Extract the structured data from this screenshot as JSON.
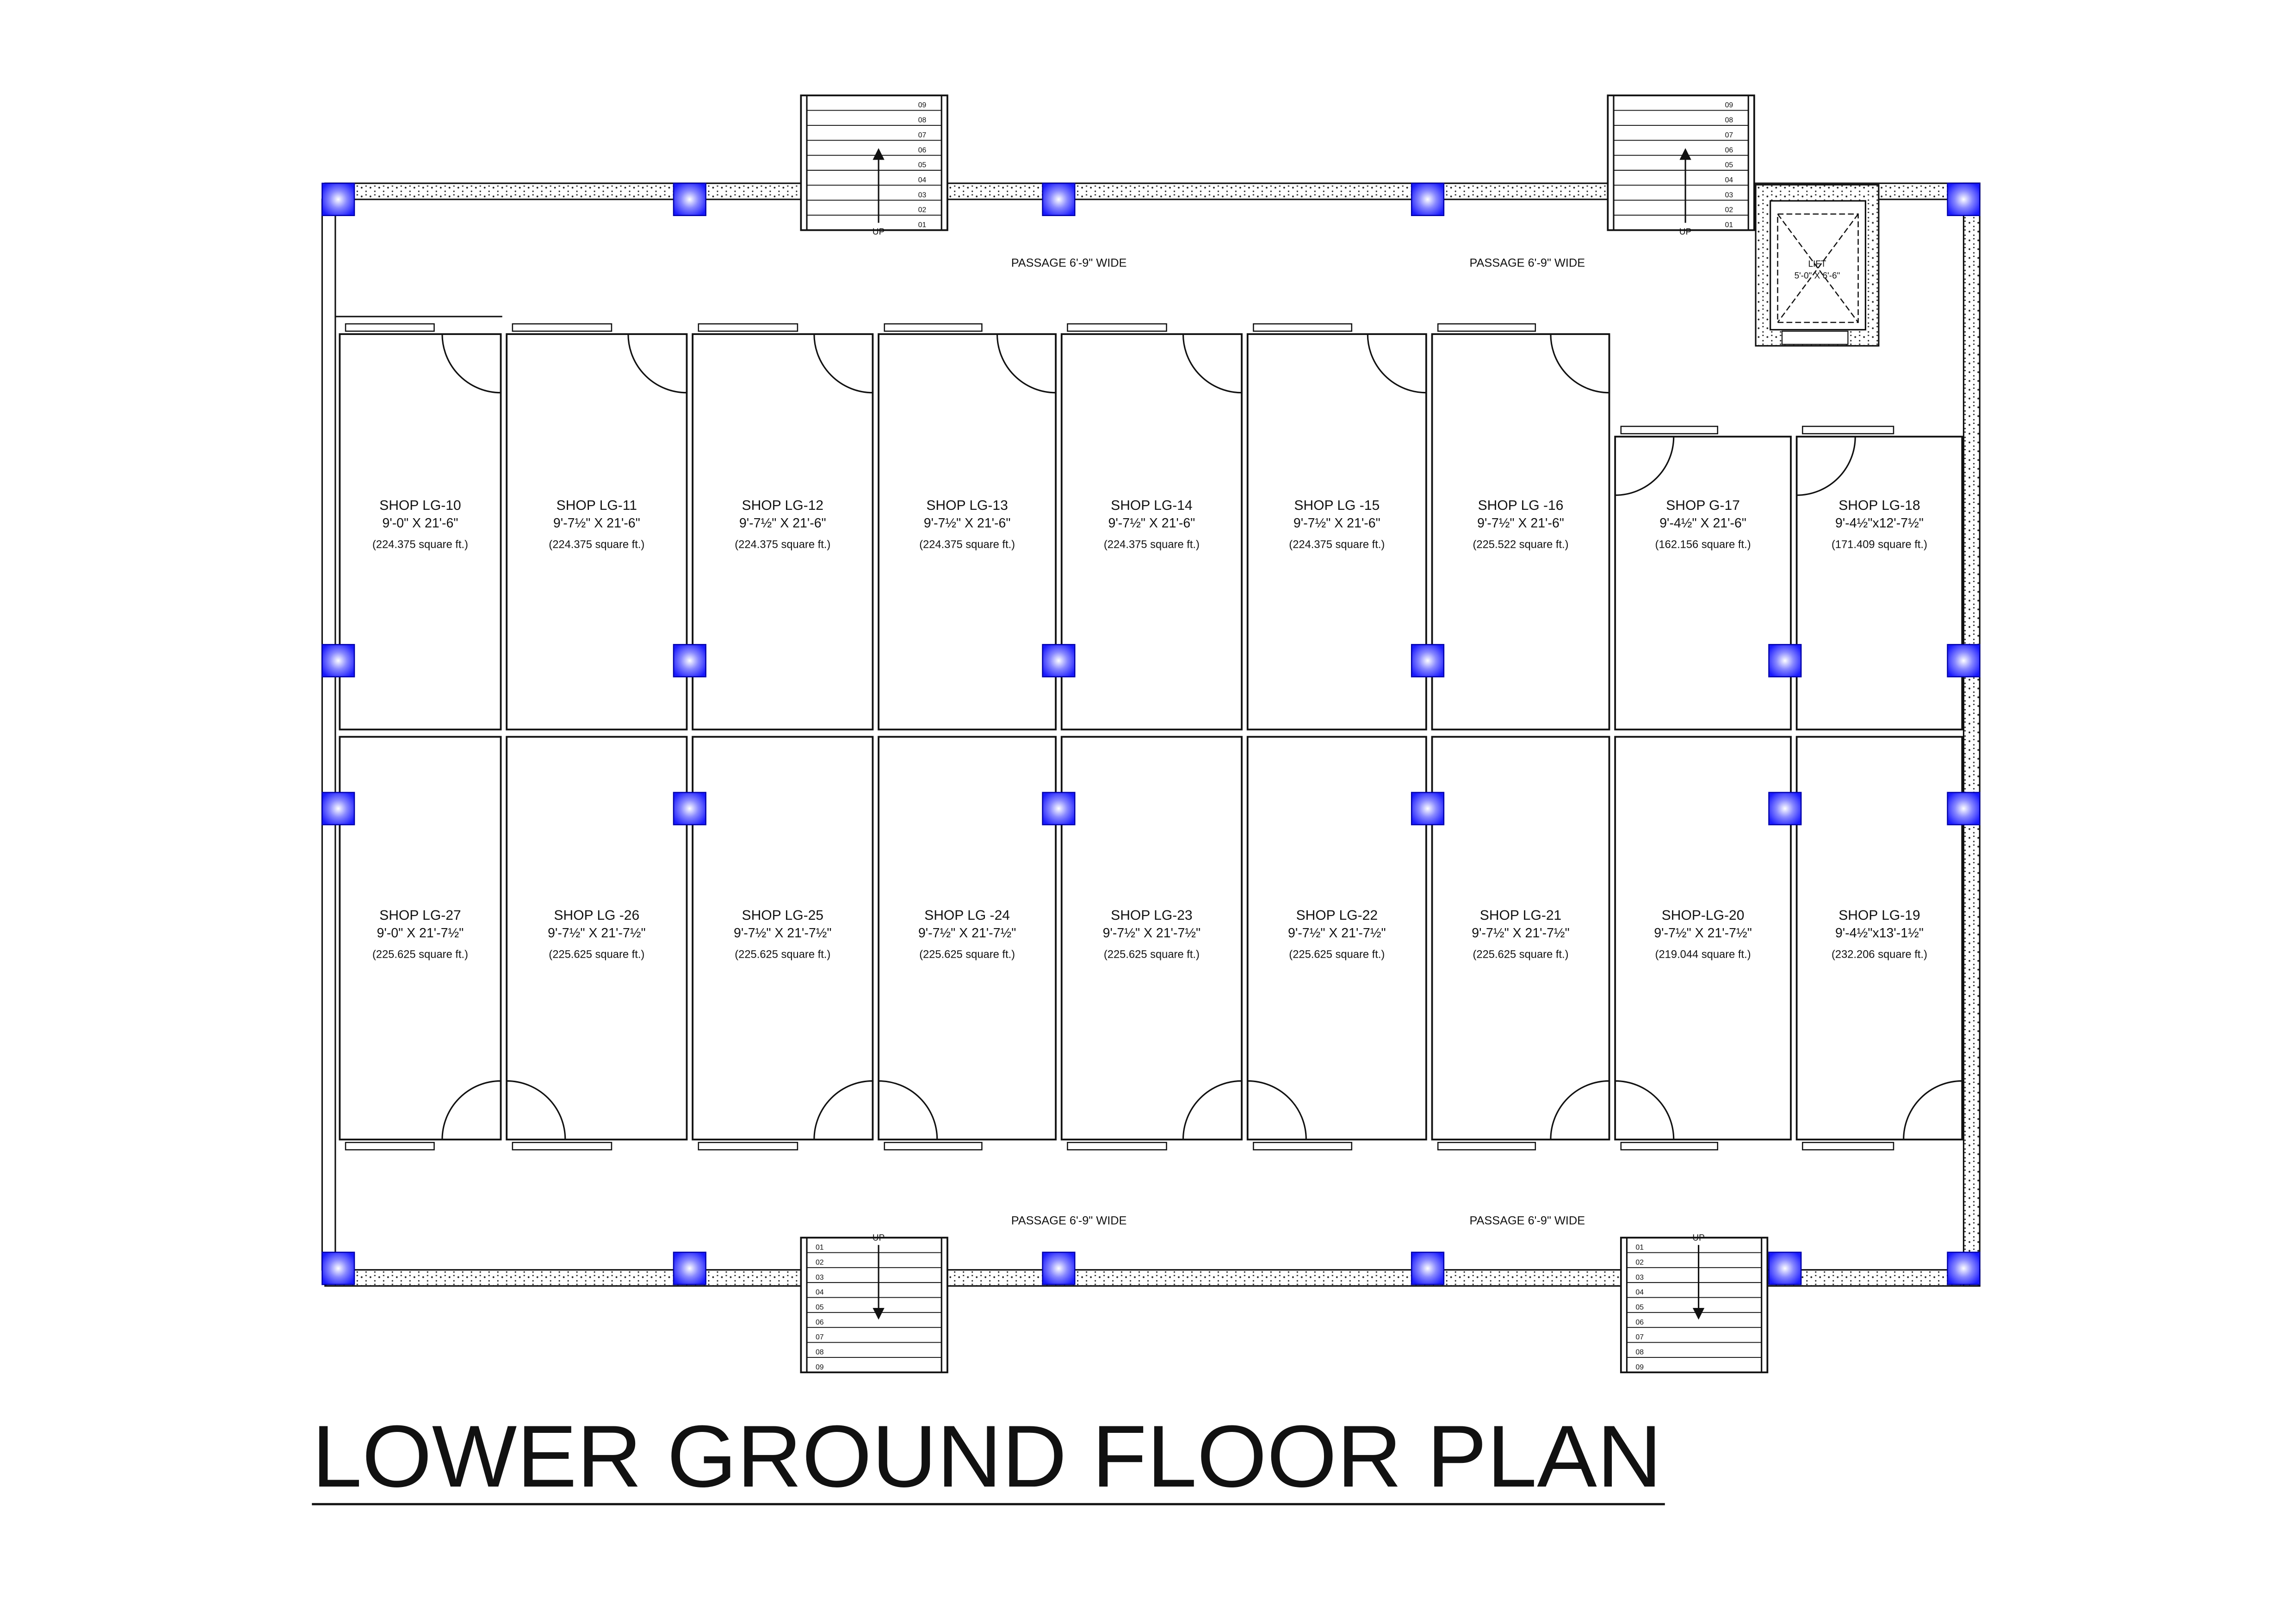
{
  "title": "LOWER GROUND FLOOR PLAN",
  "passage_label": "PASSAGE 6'-9\" WIDE",
  "lift": {
    "label": "LIFT",
    "size": "5'-0\" X 6'-6\""
  },
  "stairs": {
    "up_label": "UP",
    "steps": [
      "01",
      "02",
      "03",
      "04",
      "05",
      "06",
      "07",
      "08",
      "09"
    ]
  },
  "colors": {
    "column": "#1a1aff",
    "line": "#111111",
    "hatch": "#222222"
  },
  "shops_top": [
    {
      "name": "SHOP LG-10",
      "dims": "9'-0\" X 21'-6\"",
      "area": "(224.375 square ft.)"
    },
    {
      "name": "SHOP LG-11",
      "dims": "9'-7½\" X 21'-6\"",
      "area": "(224.375 square ft.)"
    },
    {
      "name": "SHOP LG-12",
      "dims": "9'-7½\" X 21'-6\"",
      "area": "(224.375 square ft.)"
    },
    {
      "name": "SHOP LG-13",
      "dims": "9'-7½\" X 21'-6\"",
      "area": "(224.375 square ft.)"
    },
    {
      "name": "SHOP LG-14",
      "dims": "9'-7½\" X  21'-6\"",
      "area": "(224.375 square ft.)"
    },
    {
      "name": "SHOP LG -15",
      "dims": "9'-7½\" X  21'-6\"",
      "area": "(224.375 square ft.)"
    },
    {
      "name": "SHOP LG -16",
      "dims": "9'-7½\" X 21'-6\"",
      "area": "(225.522 square ft.)"
    },
    {
      "name": "SHOP G-17",
      "dims": "9'-4½\" X 21'-6\"",
      "area": "(162.156 square ft.)"
    },
    {
      "name": "SHOP LG-18",
      "dims": "9'-4½\"x12'-7½\"",
      "area": "(171.409 square ft.)"
    }
  ],
  "shops_bottom": [
    {
      "name": "SHOP LG-27",
      "dims": "9'-0\" X 21'-7½\"",
      "area": "(225.625 square ft.)"
    },
    {
      "name": "SHOP LG -26",
      "dims": "9'-7½\" X 21'-7½\"",
      "area": "(225.625 square ft.)"
    },
    {
      "name": "SHOP LG-25",
      "dims": "9'-7½\" X 21'-7½\"",
      "area": "(225.625 square ft.)"
    },
    {
      "name": "SHOP LG -24",
      "dims": "9'-7½\" X 21'-7½\"",
      "area": "(225.625 square ft.)"
    },
    {
      "name": "SHOP LG-23",
      "dims": "9'-7½\" X 21'-7½\"",
      "area": "(225.625 square ft.)"
    },
    {
      "name": "SHOP LG-22",
      "dims": "9'-7½\" X 21'-7½\"",
      "area": "(225.625 square ft.)"
    },
    {
      "name": "SHOP LG-21",
      "dims": "9'-7½\" X 21'-7½\"",
      "area": "(225.625 square ft.)"
    },
    {
      "name": "SHOP-LG-20",
      "dims": "9'-7½\" X 21'-7½\"",
      "area": "(219.044 square ft.)"
    },
    {
      "name": "SHOP LG-19",
      "dims": "9'-4½\"x13'-1½\"",
      "area": "(232.206 square ft.)"
    }
  ]
}
